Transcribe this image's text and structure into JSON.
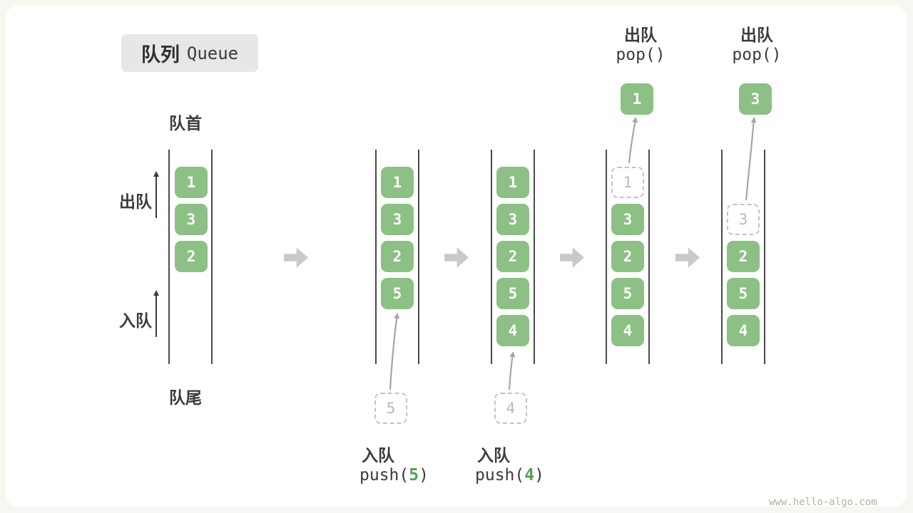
{
  "badge": {
    "title": "队列",
    "subtitle": "Queue"
  },
  "labels": {
    "front": "队首",
    "rear": "队尾",
    "dequeue": "出队",
    "enqueue": "入队"
  },
  "columns": [
    {
      "cells": [
        "1",
        "3",
        "2"
      ]
    },
    {
      "cells": [
        "1",
        "3",
        "2",
        "5"
      ],
      "ghost": "5",
      "op": {
        "label": "入队",
        "pre": "push(",
        "arg": "5",
        "post": ")"
      }
    },
    {
      "cells": [
        "1",
        "3",
        "2",
        "5",
        "4"
      ],
      "ghost": "4",
      "op": {
        "label": "入队",
        "pre": "push(",
        "arg": "4",
        "post": ")"
      }
    },
    {
      "ghost_in_slot": "1",
      "cells": [
        "3",
        "2",
        "5",
        "4"
      ],
      "popped": "1",
      "op": {
        "label": "出队",
        "code": "pop()"
      }
    },
    {
      "ghost_in_slot": "3",
      "cells": [
        "2",
        "5",
        "4"
      ],
      "popped": "3",
      "op": {
        "label": "出队",
        "code": "pop()"
      }
    }
  ],
  "watermark": "www.hello-algo.com",
  "colors": {
    "cell_green": "#8CC084",
    "block_arrow": "#C9C9C9",
    "arg_green": "#55A055"
  }
}
